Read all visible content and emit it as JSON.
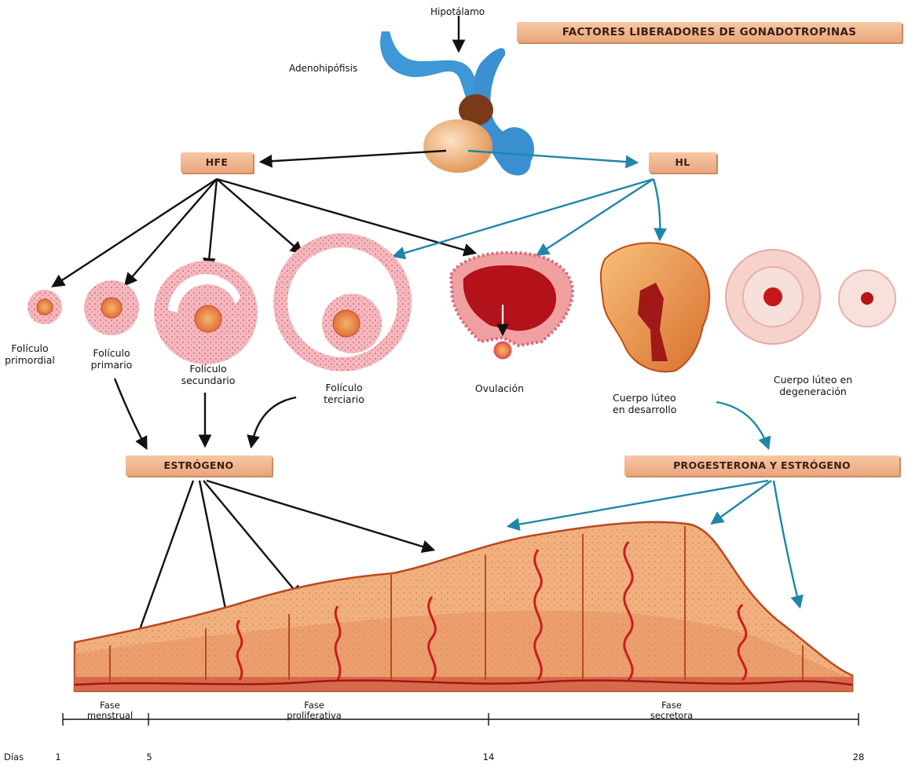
{
  "header": {
    "hypothalamus": "Hipotálamo",
    "pituitary": "Adenohipófisis",
    "releasing_factors": "FACTORES LIBERADORES DE GONADOTROPINAS"
  },
  "hormones": {
    "fsh": "HFE",
    "lh": "HL",
    "estrogen": "ESTRÓGENO",
    "progesterone_estrogen": "PROGESTERONA Y ESTRÓGENO"
  },
  "stages": {
    "primordial": [
      "Folículo",
      "primordial"
    ],
    "primary": [
      "Folículo",
      "primario"
    ],
    "secondary": [
      "Folículo",
      "secundario"
    ],
    "tertiary": [
      "Folículo",
      "terciario"
    ],
    "ovulation": "Ovulación",
    "corpus_developing": [
      "Cuerpo lúteo",
      "en desarrollo"
    ],
    "corpus_degenerating": [
      "Cuerpo lúteo en",
      "degeneración"
    ]
  },
  "timeline": {
    "days_label": "Días",
    "ticks": [
      "1",
      "5",
      "14",
      "28"
    ],
    "phases": [
      {
        "line1": "Fase",
        "line2": "menstrual"
      },
      {
        "line1": "Fase",
        "line2": "proliferativa"
      },
      {
        "line1": "Fase",
        "line2": "secretora"
      }
    ]
  },
  "colors": {
    "flow_black": "#111111",
    "flow_teal": "#1f86a8",
    "label_box": "#eeb08a",
    "tissue": "#f2b48a",
    "vessel": "#c81e1e"
  }
}
